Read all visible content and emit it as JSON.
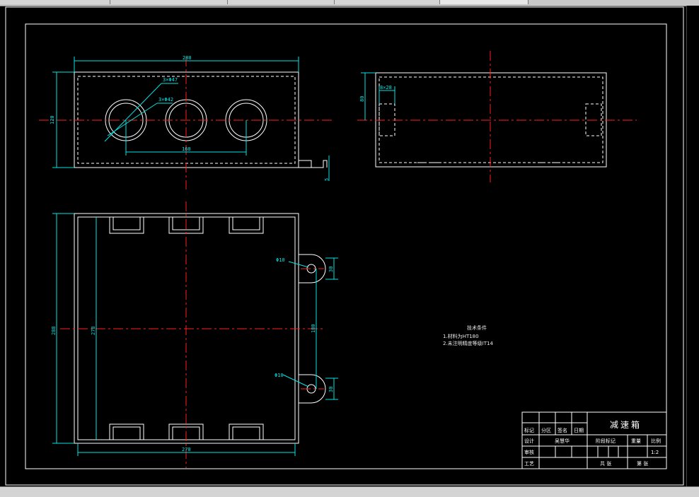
{
  "dims": {
    "top_width": "280",
    "top_height": "120",
    "hole_big": "3×Φ47",
    "hole_small": "3×Φ42",
    "hole_spacing": "160",
    "foot_thickness": "5",
    "side_height": "80",
    "side_boss": "8×28",
    "plan_outer_height": "288",
    "plan_inner_height": "278",
    "plan_width": "270",
    "lug_hole_1": "Φ10",
    "lug_hole_2": "Φ10",
    "lug_width_1": "30",
    "lug_width_2": "30",
    "lug_spacing": "180"
  },
  "notes": {
    "title": "技术条件",
    "line1": "1.材料为HT180",
    "line2": "2.未注明精度等级IT14"
  },
  "titleblock": {
    "name": "减速箱",
    "c_biaoji": "标记",
    "c_fenqu": "分区",
    "c_qianming": "签名",
    "c_riqi": "日期",
    "c_sheji": "设计",
    "c_designer": "吴慧华",
    "c_jieduan": "阶段标记",
    "c_zhongliang": "重量",
    "c_bili": "比例",
    "c_shenhe": "审核",
    "c_scale": "1:2",
    "c_gongyi": "工艺",
    "c_gong": "共 张",
    "c_di": "第 张"
  }
}
